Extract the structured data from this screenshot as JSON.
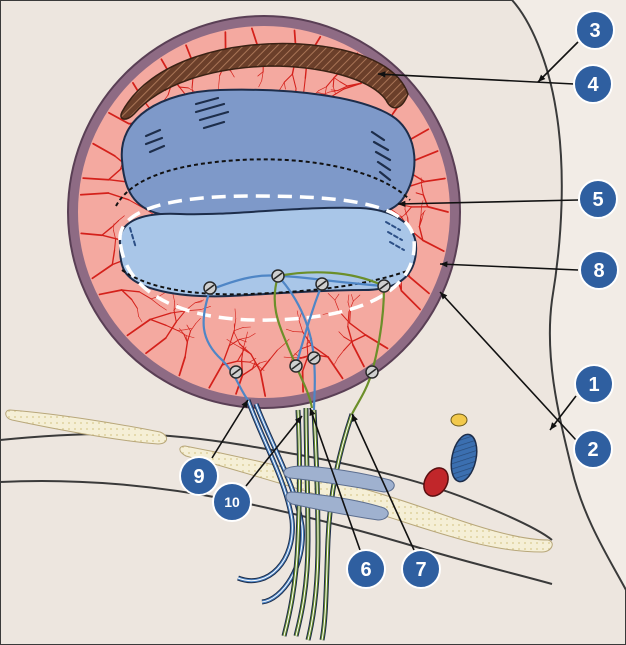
{
  "colors": {
    "background": "#f2ece6",
    "body_fill": "#ede6df",
    "globe_rim": "#8e6b84",
    "globe_inner": "#f4a9a0",
    "vessel": "#d4211b",
    "lens_dark": "#7e99c9",
    "lens_light": "#a9c6e8",
    "brown_band": "#6b3f2a",
    "nerve_blue": "#4f86c6",
    "nerve_green": "#6c8f2a",
    "callout_fill": "#2f5fa0",
    "callout_border": "#ffffff",
    "white_dash": "#ffffff",
    "bone_fill": "#f5efd6",
    "red_oval": "#c1262a",
    "blue_oval": "#3b6fb0",
    "yellow_oval": "#f2c94c"
  },
  "callouts": [
    {
      "id": "1",
      "label": "1"
    },
    {
      "id": "2",
      "label": "2"
    },
    {
      "id": "3",
      "label": "3"
    },
    {
      "id": "4",
      "label": "4"
    },
    {
      "id": "5",
      "label": "5"
    },
    {
      "id": "6",
      "label": "6"
    },
    {
      "id": "7",
      "label": "7"
    },
    {
      "id": "8",
      "label": "8"
    },
    {
      "id": "9",
      "label": "9"
    },
    {
      "id": "10",
      "label": "10"
    }
  ]
}
